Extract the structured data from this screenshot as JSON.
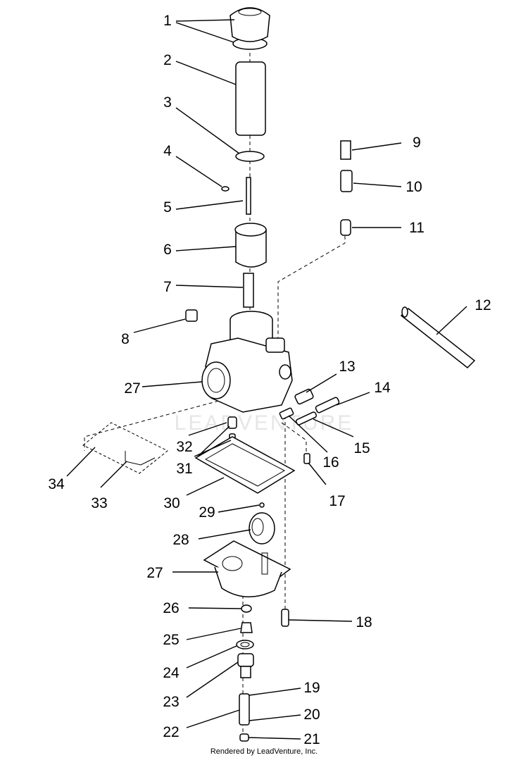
{
  "callouts": [
    "1",
    "2",
    "3",
    "4",
    "5",
    "6",
    "7",
    "8",
    "9",
    "10",
    "11",
    "12",
    "13",
    "14",
    "15",
    "16",
    "17",
    "27",
    "32",
    "31",
    "34",
    "33",
    "30",
    "29",
    "28",
    "27",
    "26",
    "18",
    "25",
    "24",
    "23",
    "19",
    "22",
    "20",
    "21"
  ],
  "watermark": "LEADVENTURE",
  "footer": "Rendered by LeadVenture, Inc."
}
